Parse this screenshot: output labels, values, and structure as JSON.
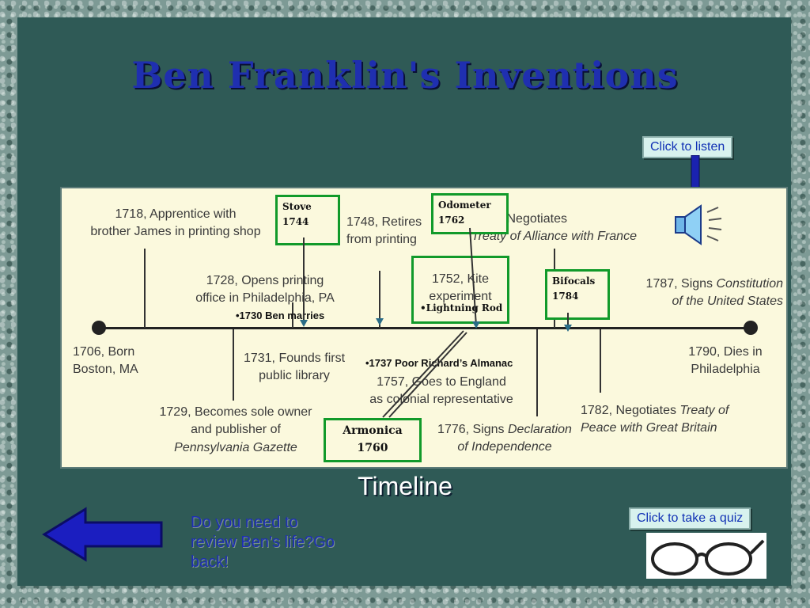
{
  "title": "Ben Franklin's Inventions",
  "listen_button": "Click to listen",
  "quiz_button": "Click to take a quiz",
  "timeline_label": "Timeline",
  "back_text": "Do you need to review Ben’s life?Go back!",
  "icons": {
    "speaker": "speaker-icon",
    "back": "back-arrow-icon",
    "glasses": "eyeglasses-icon"
  },
  "colors": {
    "background": "#2f5a56",
    "title": "#1f2fb0",
    "box_border": "#119a2a",
    "timeline_bg": "#fbf9dd"
  },
  "timeline": {
    "events": {
      "e1706": "1706, Born\nBoston, MA",
      "e1718": "1718, Apprentice with\nbrother James in printing shop",
      "e1728": "1728, Opens printing\noffice in Philadelphia, PA",
      "e1729a": "1729, Becomes sole owner\nand publisher of",
      "e1729b": "Pennsylvania Gazette",
      "e1731": "1731, Founds first\npublic library",
      "e1748": "1748, Retires\nfrom printing",
      "e1752": "1752, Kite\nexperiment",
      "e1757": "1757, Goes to England\nas colonial representative",
      "e1776a": "1776, Signs ",
      "e1776b": "Declaration\nof Independence",
      "e1778a": "1778, Negotiates",
      "e1778b": "Treaty of Alliance with France",
      "e1782a": "1782, Negotiates ",
      "e1782b": "Treaty of\nPeace with Great Britain",
      "e1787a": "1787, Signs ",
      "e1787b": "Constitution\nof the United States",
      "e1790": "1790, Dies in\nPhiladelphia"
    },
    "notes": {
      "marries": "•1730 Ben marries",
      "almanac": "•1737 Poor Richard’s Almanac",
      "lightning": "•Lightning Rod"
    },
    "inventions": {
      "stove": "Stove\n1744",
      "odometer": "Odometer\n1762",
      "bifocals": "Bifocals\n1784",
      "armonica": "Armonica\n1760"
    }
  }
}
